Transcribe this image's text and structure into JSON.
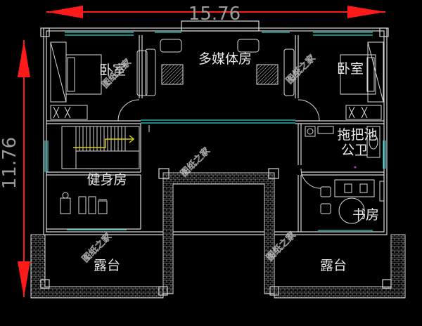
{
  "dimensions": {
    "width_label": "15.76",
    "height_label": "11.76"
  },
  "rooms": {
    "bedroom_left": "卧室",
    "multimedia": "多媒体房",
    "bedroom_right": "卧室",
    "mop_pool": "拖把池",
    "public_wc": "公卫",
    "gym": "健身房",
    "study": "书房",
    "terrace_left": "露台",
    "terrace_right": "露台"
  },
  "watermark": "图纸之家",
  "colors": {
    "background": "#000000",
    "arrow": "#ff1a1a",
    "window": "#2fd3d3",
    "wall": "#d8d8d8",
    "stair_arrow": "#d9d400",
    "dimension_text": "#9a9a9a"
  }
}
